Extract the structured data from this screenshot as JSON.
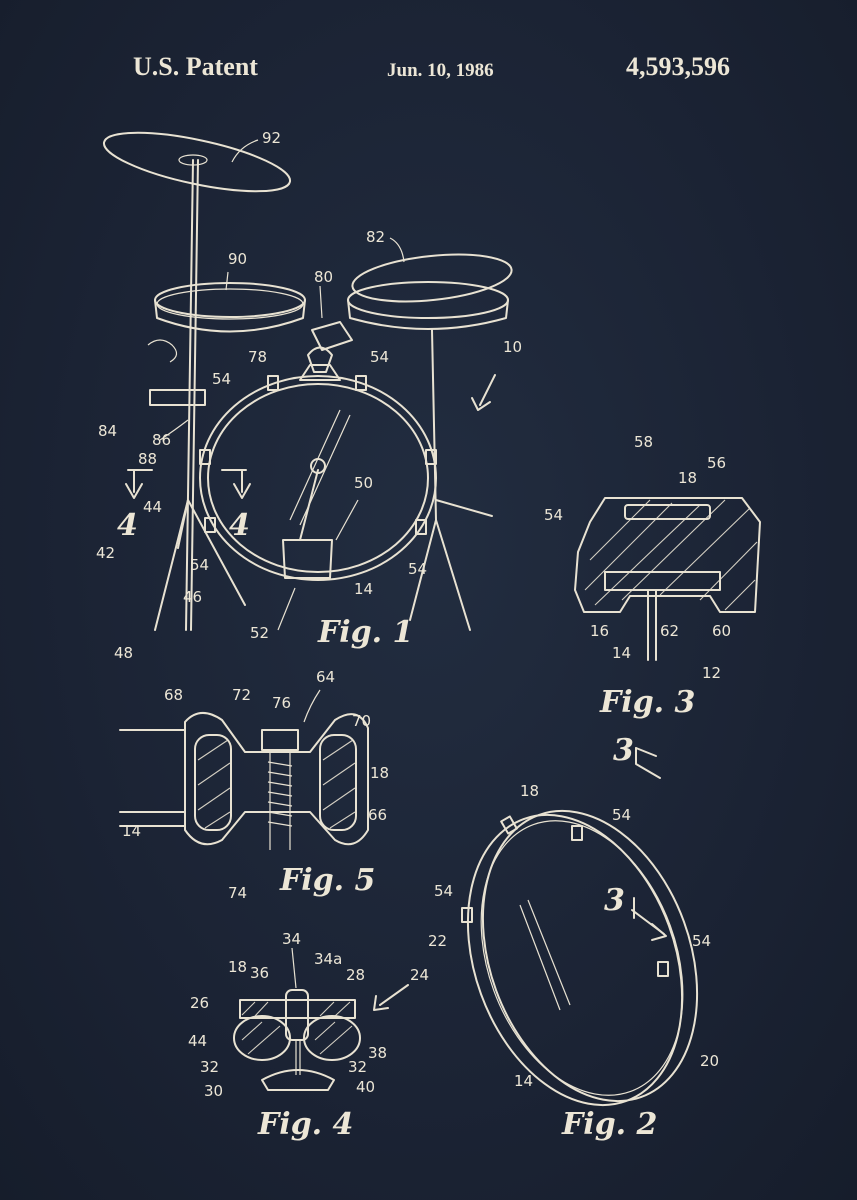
{
  "header": {
    "left": "U.S. Patent",
    "date": "Jun. 10, 1986",
    "number": "4,593,596"
  },
  "figures": {
    "fig1": "Fig. 1",
    "fig2": "Fig. 2",
    "fig3": "Fig. 3",
    "fig4": "Fig. 4",
    "fig5": "Fig. 5"
  },
  "section_markers": {
    "s4a": "4",
    "s4b": "4",
    "s3a": "3",
    "s3b": "3"
  },
  "labels": {
    "fig1": [
      "92",
      "90",
      "82",
      "80",
      "78",
      "54",
      "54",
      "10",
      "84",
      "86",
      "88",
      "50",
      "44",
      "42",
      "46",
      "54",
      "54",
      "14",
      "52",
      "48"
    ],
    "fig3": [
      "58",
      "18",
      "56",
      "54",
      "16",
      "62",
      "60",
      "14",
      "12"
    ],
    "fig5": [
      "68",
      "72",
      "76",
      "64",
      "70",
      "18",
      "66",
      "14",
      "74"
    ],
    "fig4": [
      "34",
      "18",
      "36",
      "34a",
      "28",
      "24",
      "26",
      "44",
      "38",
      "32",
      "32",
      "30",
      "40"
    ],
    "fig2": [
      "18",
      "54",
      "54",
      "22",
      "54",
      "20",
      "14"
    ]
  }
}
